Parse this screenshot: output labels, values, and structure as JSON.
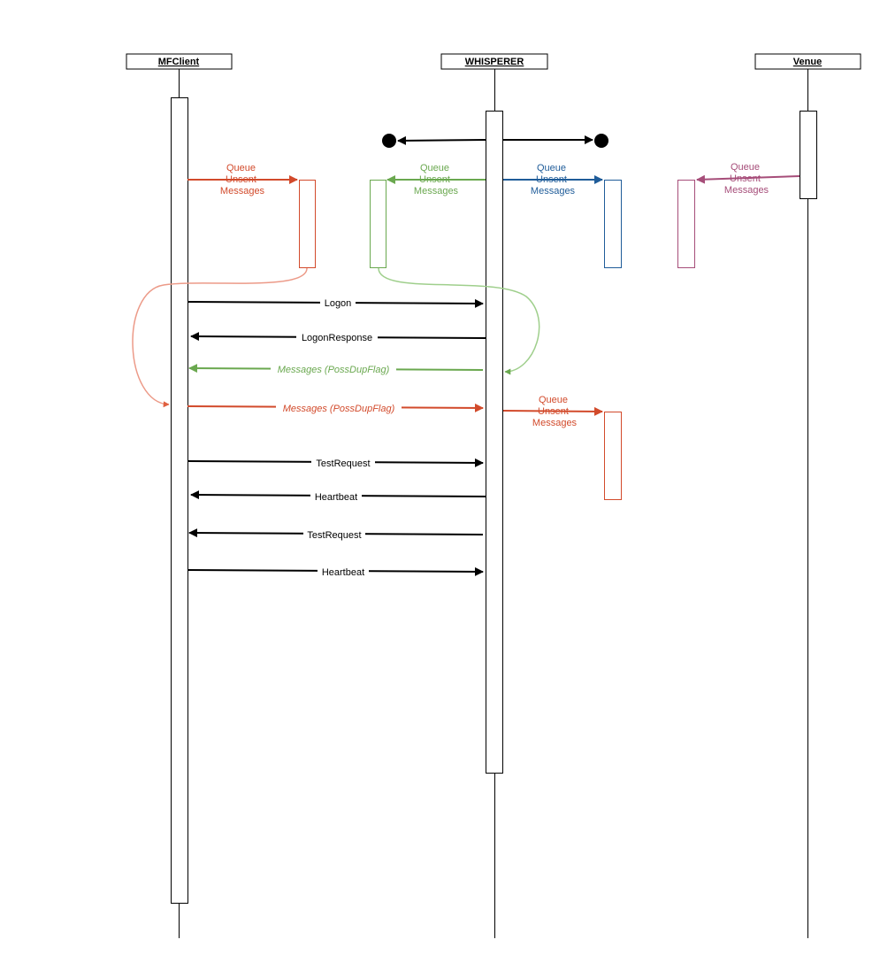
{
  "participants": {
    "client": "MFClient",
    "whisperer": "WHISPERER",
    "venue": "Venue"
  },
  "colors": {
    "black": "#000000",
    "red": "#d24a2b",
    "green": "#6aa84f",
    "blue": "#1f5c99",
    "purple": "#a64d79",
    "salmon": "#ec9a88",
    "lightgreen": "#9fcf8c"
  },
  "queues": {
    "client": [
      "Queue",
      "Unsent",
      "Messages"
    ],
    "whisperer_left": [
      "Queue",
      "Unsent",
      "Messages"
    ],
    "whisperer_right": [
      "Queue",
      "Unsent",
      "Messages"
    ],
    "venue": [
      "Queue",
      "Unsent",
      "Messages"
    ],
    "whisperer_second": [
      "Queue",
      "Unsent",
      "Messages"
    ]
  },
  "messages": {
    "logon": "Logon",
    "logon_response": "LogonResponse",
    "resend_from_whisperer": "Messages (PossDupFlag)",
    "resend_from_client": "Messages (PossDupFlag)",
    "test_request_1": "TestRequest",
    "heartbeat_1": "Heartbeat",
    "test_request_2": "TestRequest",
    "heartbeat_2": "Heartbeat"
  }
}
